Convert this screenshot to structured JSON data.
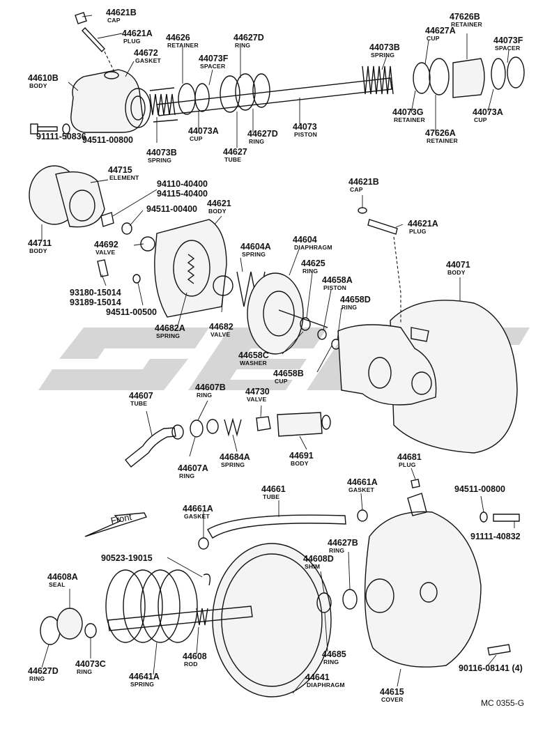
{
  "diagram_ref": "MC 0355-G",
  "front_label": "Front",
  "callouts": [
    {
      "id": "c01",
      "num": "44621B",
      "name": "CAP"
    },
    {
      "id": "c02",
      "num": "44621A",
      "name": "PLUG"
    },
    {
      "id": "c03",
      "num": "44672",
      "name": "GASKET"
    },
    {
      "id": "c04",
      "num": "44610B",
      "name": "BODY"
    },
    {
      "id": "c05",
      "num": "44626",
      "name": "RETAINER"
    },
    {
      "id": "c06",
      "num": "44627D",
      "name": "RING"
    },
    {
      "id": "c07",
      "num": "44073F",
      "name": "SPACER"
    },
    {
      "id": "c08",
      "num": "44073B",
      "name": "SPRING"
    },
    {
      "id": "c09",
      "num": "44627A",
      "name": "CUP"
    },
    {
      "id": "c10",
      "num": "47626B",
      "name": "RETAINER"
    },
    {
      "id": "c11",
      "num": "44073F",
      "name": "SPACER"
    },
    {
      "id": "c12",
      "num": "91111-50836",
      "name": ""
    },
    {
      "id": "c13",
      "num": "94511-00800",
      "name": ""
    },
    {
      "id": "c14",
      "num": "44073B",
      "name": "SPRING"
    },
    {
      "id": "c15",
      "num": "44073A",
      "name": "CUP"
    },
    {
      "id": "c16",
      "num": "44627",
      "name": "TUBE"
    },
    {
      "id": "c17",
      "num": "44627D",
      "name": "RING"
    },
    {
      "id": "c18",
      "num": "44073",
      "name": "PISTON"
    },
    {
      "id": "c19",
      "num": "44073G",
      "name": "RETAINER"
    },
    {
      "id": "c20",
      "num": "47626A",
      "name": "RETAINER"
    },
    {
      "id": "c21",
      "num": "44073A",
      "name": "CUP"
    },
    {
      "id": "c22",
      "num": "44715",
      "name": "ELEMENT"
    },
    {
      "id": "c23",
      "num": "94110-40400",
      "name": ""
    },
    {
      "id": "c24",
      "num": "94115-40400",
      "name": ""
    },
    {
      "id": "c25",
      "num": "94511-00400",
      "name": ""
    },
    {
      "id": "c26",
      "num": "44711",
      "name": "BODY"
    },
    {
      "id": "c27",
      "num": "44621B",
      "name": "CAP"
    },
    {
      "id": "c28",
      "num": "44621A",
      "name": "PLUG"
    },
    {
      "id": "c29",
      "num": "44621",
      "name": "BODY"
    },
    {
      "id": "c30",
      "num": "44692",
      "name": "VALVE"
    },
    {
      "id": "c31",
      "num": "44604A",
      "name": "SPRING"
    },
    {
      "id": "c32",
      "num": "44604",
      "name": "DIAPHRAGM"
    },
    {
      "id": "c33",
      "num": "44625",
      "name": "RING"
    },
    {
      "id": "c34",
      "num": "44658A",
      "name": "PISTON"
    },
    {
      "id": "c35",
      "num": "44658D",
      "name": "RING"
    },
    {
      "id": "c36",
      "num": "44071",
      "name": "BODY"
    },
    {
      "id": "c37",
      "num": "93180-15014",
      "name": ""
    },
    {
      "id": "c38",
      "num": "93189-15014",
      "name": ""
    },
    {
      "id": "c39",
      "num": "94511-00500",
      "name": ""
    },
    {
      "id": "c40",
      "num": "44682A",
      "name": "SPRING"
    },
    {
      "id": "c41",
      "num": "44682",
      "name": "VALVE"
    },
    {
      "id": "c42",
      "num": "44658C",
      "name": "WASHER"
    },
    {
      "id": "c43",
      "num": "44658B",
      "name": "CUP"
    },
    {
      "id": "c44",
      "num": "44607",
      "name": "TUBE"
    },
    {
      "id": "c45",
      "num": "44607B",
      "name": "RING"
    },
    {
      "id": "c46",
      "num": "44730",
      "name": "VALVE"
    },
    {
      "id": "c47",
      "num": "44607A",
      "name": "RING"
    },
    {
      "id": "c48",
      "num": "44684A",
      "name": "SPRING"
    },
    {
      "id": "c49",
      "num": "44691",
      "name": "BODY"
    },
    {
      "id": "c50",
      "num": "44681",
      "name": "PLUG"
    },
    {
      "id": "c51",
      "num": "44661",
      "name": "TUBE"
    },
    {
      "id": "c52",
      "num": "44661A",
      "name": "GASKET"
    },
    {
      "id": "c53",
      "num": "44661A",
      "name": "GASKET"
    },
    {
      "id": "c54",
      "num": "94511-00800",
      "name": ""
    },
    {
      "id": "c55",
      "num": "91111-40832",
      "name": ""
    },
    {
      "id": "c56",
      "num": "44627B",
      "name": "RING"
    },
    {
      "id": "c57",
      "num": "90523-19015",
      "name": ""
    },
    {
      "id": "c58",
      "num": "44608D",
      "name": "SHIM"
    },
    {
      "id": "c59",
      "num": "44608A",
      "name": "SEAL"
    },
    {
      "id": "c60",
      "num": "44685",
      "name": "RING"
    },
    {
      "id": "c61",
      "num": "44608",
      "name": "ROD"
    },
    {
      "id": "c62",
      "num": "44627D",
      "name": "RING"
    },
    {
      "id": "c63",
      "num": "44073C",
      "name": "RING"
    },
    {
      "id": "c64",
      "num": "44641A",
      "name": "SPRING"
    },
    {
      "id": "c65",
      "num": "44641",
      "name": "DIAPHRAGM"
    },
    {
      "id": "c66",
      "num": "44615",
      "name": "COVER"
    },
    {
      "id": "c67",
      "num": "90116-08141 (4)",
      "name": ""
    }
  ]
}
